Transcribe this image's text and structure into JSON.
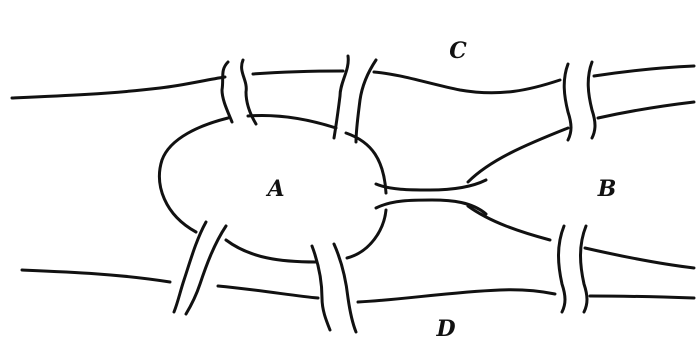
{
  "diagram": {
    "labels": {
      "A": "A",
      "B": "B",
      "C": "C",
      "D": "D"
    },
    "colors": {
      "ink": "#111111",
      "background": "#ffffff"
    }
  }
}
